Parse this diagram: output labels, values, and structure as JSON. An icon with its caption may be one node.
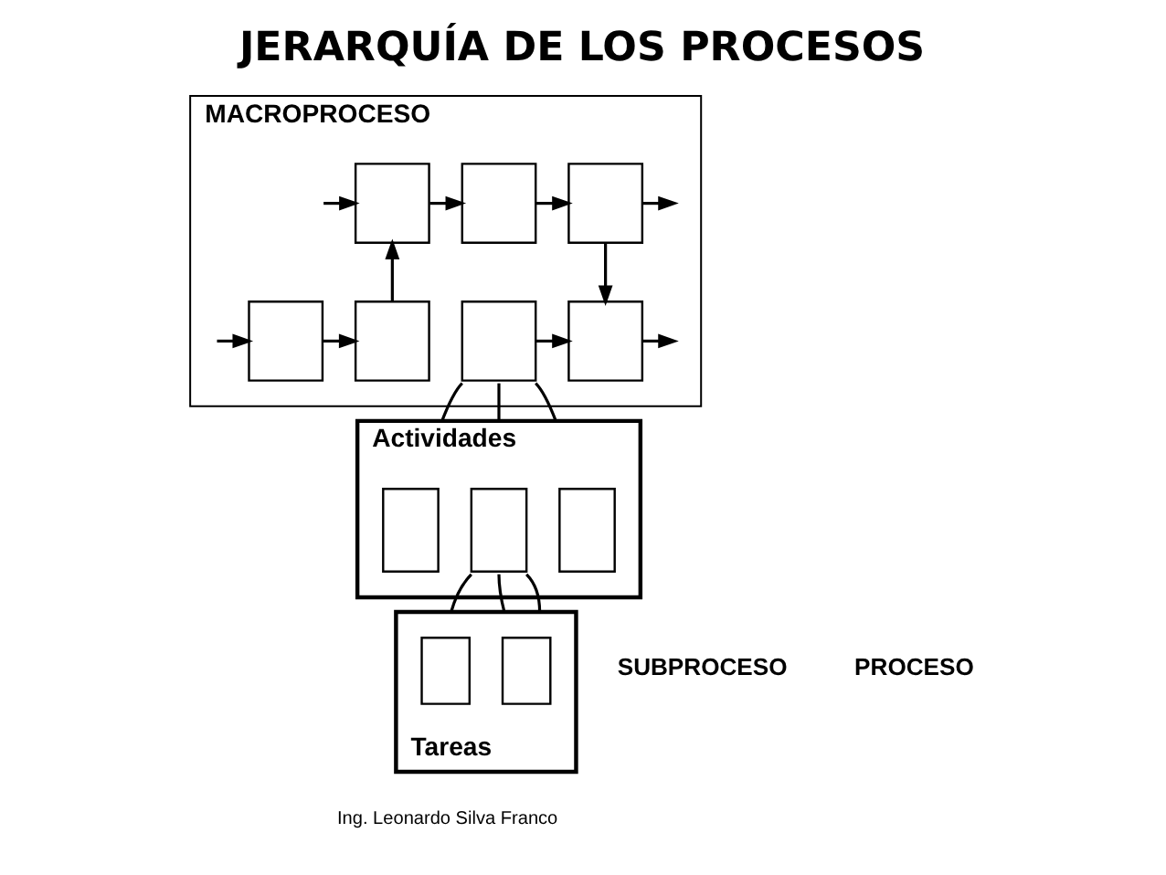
{
  "diagram": {
    "title": "JERARQUÍA DE LOS PROCESOS",
    "nodes": [
      {
        "text": [
          "MACROPROCESO"
        ]
      },
      {
        "text": [],
        "shape": "box",
        "in": 0
      },
      {
        "text": [],
        "shape": "box",
        "in": 0
      },
      {
        "text": [],
        "shape": "box",
        "in": 0
      },
      {
        "text": [],
        "shape": "box",
        "in": 0
      },
      {
        "text": [],
        "shape": "box",
        "in": 0
      },
      {
        "text": [],
        "shape": "box",
        "in": 0
      },
      {
        "text": [],
        "shape": "box",
        "in": 0
      },
      {
        "text": [
          "Actividades"
        ]
      },
      {
        "text": [],
        "shape": "box",
        "in": 8
      },
      {
        "text": [],
        "shape": "box",
        "in": 8
      },
      {
        "text": [],
        "shape": "box",
        "in": 8
      },
      {
        "text": [
          "Tareas"
        ]
      },
      {
        "text": [],
        "shape": "box",
        "in": 12
      },
      {
        "text": [],
        "shape": "box",
        "in": 12
      }
    ],
    "edges": [
      {
        "from": null,
        "to": 1,
        "arrow": "to"
      },
      {
        "from": 1,
        "to": 2,
        "arrow": "to"
      },
      {
        "from": 2,
        "to": 3,
        "arrow": "to"
      },
      {
        "from": 3,
        "to": null,
        "arrow": "to"
      },
      {
        "from": 3,
        "to": 7,
        "arrow": "to"
      },
      {
        "from": null,
        "to": 4,
        "arrow": "to"
      },
      {
        "from": 4,
        "to": 5,
        "arrow": "to"
      },
      {
        "from": 5,
        "to": 1,
        "arrow": "to"
      },
      {
        "from": 6,
        "to": 7,
        "arrow": "to"
      },
      {
        "from": 7,
        "to": null,
        "arrow": "to"
      },
      {
        "from": 6,
        "to": 8,
        "arrow": "none"
      },
      {
        "from": 6,
        "to": 8,
        "arrow": "none"
      },
      {
        "from": 6,
        "to": 8,
        "arrow": "none"
      },
      {
        "from": 10,
        "to": 12,
        "arrow": "none"
      },
      {
        "from": 10,
        "to": 12,
        "arrow": "none"
      },
      {
        "from": 10,
        "to": 12,
        "arrow": "none"
      }
    ],
    "labels": [
      "SUBPROCESO",
      "PROCESO",
      "Ing. Leonardo Silva Franco"
    ]
  }
}
